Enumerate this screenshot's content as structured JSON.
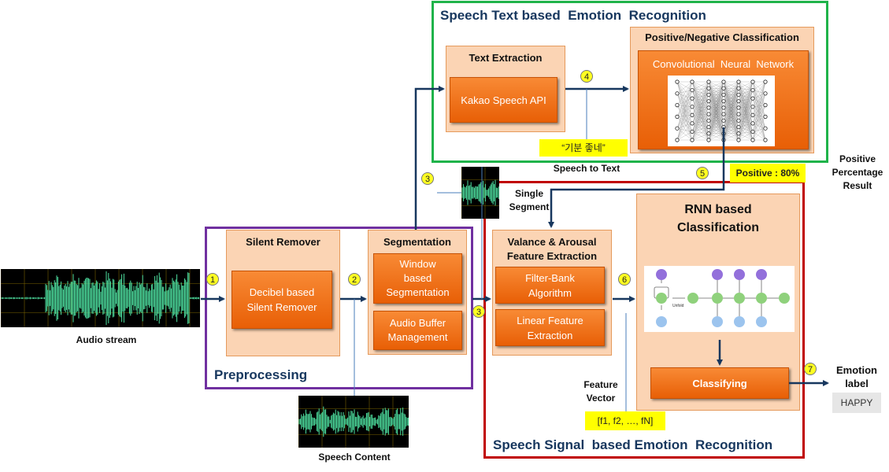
{
  "text_section": {
    "title": "Speech Text based  Emotion  Recognition",
    "extraction_title": "Text Extraction",
    "api_box": "Kakao Speech API",
    "classification_title": "Positive/Negative Classification",
    "cnn_title": "Convolutional  Neural  Network",
    "korean_text": "“기분 좋네”",
    "speech_to_text": "Speech to Text",
    "positive_value": "Positive : 80%",
    "positive_result": "Positive\nPercentage\nResult"
  },
  "preprocessing": {
    "title": "Preprocessing",
    "silent_title": "Silent Remover",
    "silent_box": "Decibel based\nSilent Remover",
    "segmentation_title": "Segmentation",
    "window_box": "Window\nbased\nSegmentation",
    "buffer_box": "Audio Buffer\nManagement"
  },
  "signal_section": {
    "title": "Speech Signal  based Emotion  Recognition",
    "feature_title": "Valance & Arousal\nFeature Extraction",
    "filter_box": "Filter-Bank\nAlgorithm",
    "linear_box": "Linear Feature\nExtraction",
    "rnn_title": "RNN based\nClassification",
    "classify_box": "Classifying",
    "unfold_label": "Unfold"
  },
  "labels": {
    "audio_stream": "Audio stream",
    "speech_content": "Speech Content",
    "single_segment": "Single\nSegment",
    "feature_vector": "Feature\nVector",
    "feature_vector_value": "[f1, f2, …, fN]",
    "emotion_label": "Emotion\nlabel",
    "emotion_value": "HAPPY"
  },
  "steps": [
    "1",
    "2",
    "3",
    "3",
    "4",
    "5",
    "6",
    "7"
  ],
  "colors": {
    "text_frame": "#1fb34a",
    "preprocessing_frame": "#7030a0",
    "signal_frame": "#c00000",
    "title_blue": "#17375e",
    "orange_box": "#f26b0f",
    "panel": "#fbd4b4",
    "highlight": "#ffff00",
    "waveform": "#4ee0a0",
    "arrow": "#17375e"
  }
}
